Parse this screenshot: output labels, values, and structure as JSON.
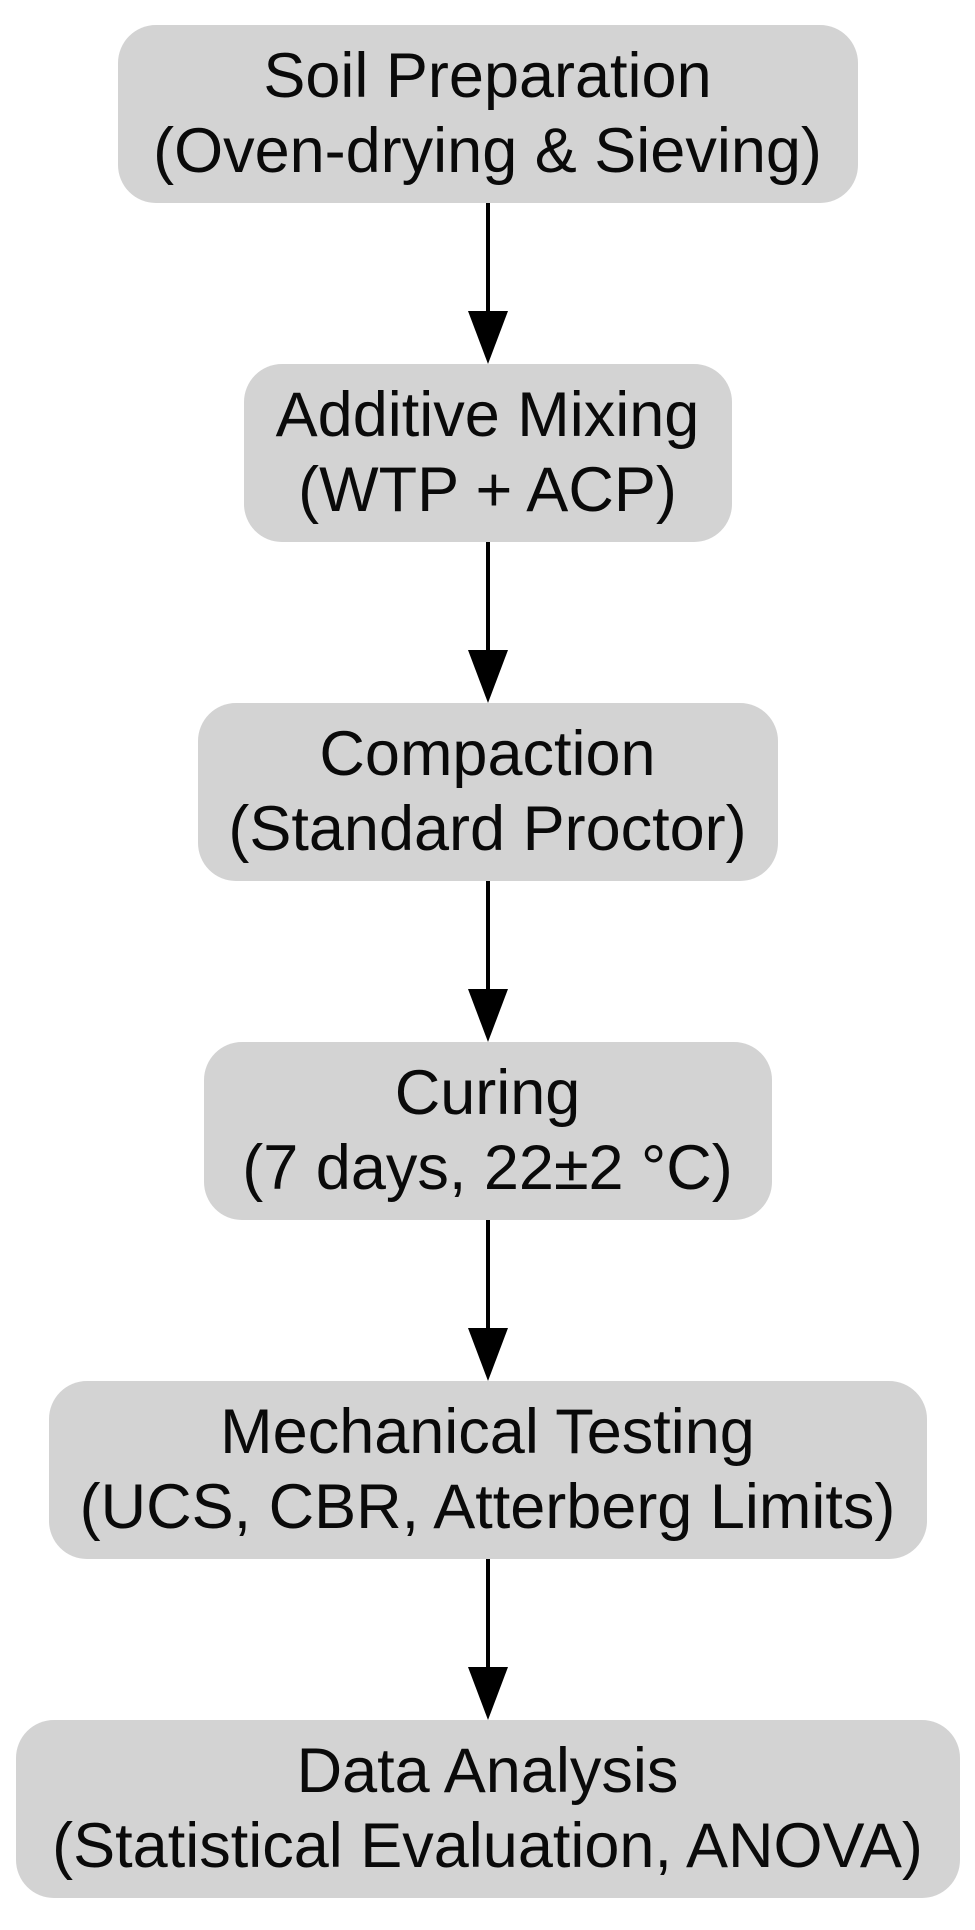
{
  "flowchart": {
    "type": "flowchart",
    "direction": "top-down",
    "colors": {
      "node_fill": "#d3d3d3",
      "node_text": "#0a0a0a",
      "arrow": "#000000",
      "background": "#ffffff"
    },
    "nodes": [
      {
        "id": "soil-preparation",
        "title": "Soil Preparation",
        "subtitle": "(Oven-drying & Sieving)"
      },
      {
        "id": "additive-mixing",
        "title": "Additive Mixing",
        "subtitle": "(WTP + ACP)"
      },
      {
        "id": "compaction",
        "title": "Compaction",
        "subtitle": "(Standard Proctor)"
      },
      {
        "id": "curing",
        "title": "Curing",
        "subtitle": "(7 days, 22±2 °C)"
      },
      {
        "id": "mechanical-testing",
        "title": "Mechanical Testing",
        "subtitle": "(UCS, CBR, Atterberg Limits)"
      },
      {
        "id": "data-analysis",
        "title": "Data Analysis",
        "subtitle": "(Statistical Evaluation, ANOVA)"
      }
    ],
    "edges": [
      {
        "from": "soil-preparation",
        "to": "additive-mixing"
      },
      {
        "from": "additive-mixing",
        "to": "compaction"
      },
      {
        "from": "compaction",
        "to": "curing"
      },
      {
        "from": "curing",
        "to": "mechanical-testing"
      },
      {
        "from": "mechanical-testing",
        "to": "data-analysis"
      }
    ]
  }
}
